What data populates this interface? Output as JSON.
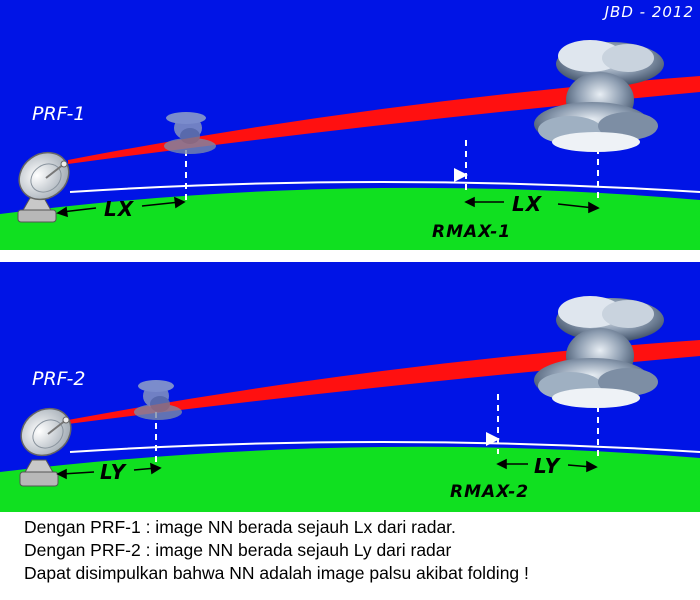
{
  "signature": "JBD - 2012",
  "panels": [
    {
      "prf_label": "PRF-1",
      "near_label": "LX",
      "far_label": "LX",
      "rmax_label": "RMAX-1"
    },
    {
      "prf_label": "PRF-2",
      "near_label": "LY",
      "far_label": "LY",
      "rmax_label": "RMAX-2"
    }
  ],
  "caption": {
    "line1": "Dengan PRF-1 : image NN berada sejauh Lx dari radar.",
    "line2": "Dengan PRF-2 : image NN berada sejauh Ly dari radar",
    "line3": "Dapat disimpulkan bahwa NN adalah image palsu akibat folding !"
  },
  "colors": {
    "sky": "#0014e6",
    "ground": "#10e020",
    "beam": "#ff1010",
    "cloud": "#8a9aae"
  }
}
